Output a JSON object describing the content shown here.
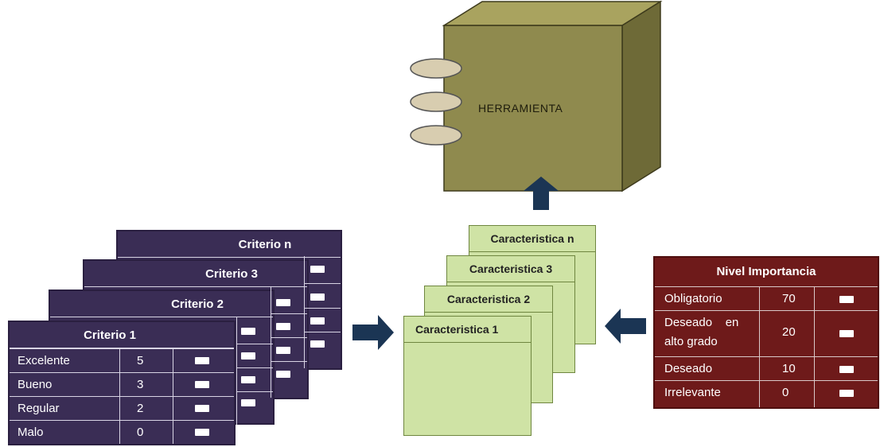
{
  "tool": {
    "label": "HERRAMIENTA",
    "face_color": "#8f8a4e",
    "top_color": "#a9a35f",
    "side_color": "#6e6a37",
    "tab_color": "#d8cdb0"
  },
  "criteria": {
    "back_titles": [
      "Criterio n",
      "Criterio 3",
      "Criterio 2"
    ],
    "front": {
      "title": "Criterio 1",
      "rows": [
        {
          "label": "Excelente",
          "value": "5"
        },
        {
          "label": "Bueno",
          "value": "3"
        },
        {
          "label": "Regular",
          "value": "2"
        },
        {
          "label": "Malo",
          "value": "0"
        }
      ]
    },
    "color": "#3a2d55"
  },
  "characteristics": {
    "titles": [
      "Caracteristica n",
      "Caracteristica 3",
      "Caracteristica 2",
      "Caracteristica 1"
    ],
    "color": "#cfe3a5"
  },
  "importance": {
    "title": "Nivel Importancia",
    "rows": [
      {
        "label": "Obligatorio",
        "value": "70"
      },
      {
        "label": "Deseado    en",
        "label2": "alto grado",
        "value": "20"
      },
      {
        "label": "Deseado",
        "value": "10"
      },
      {
        "label": "Irrelevante",
        "value": "0"
      }
    ],
    "color": "#6e1a1a"
  },
  "arrow_color": "#1b3554"
}
